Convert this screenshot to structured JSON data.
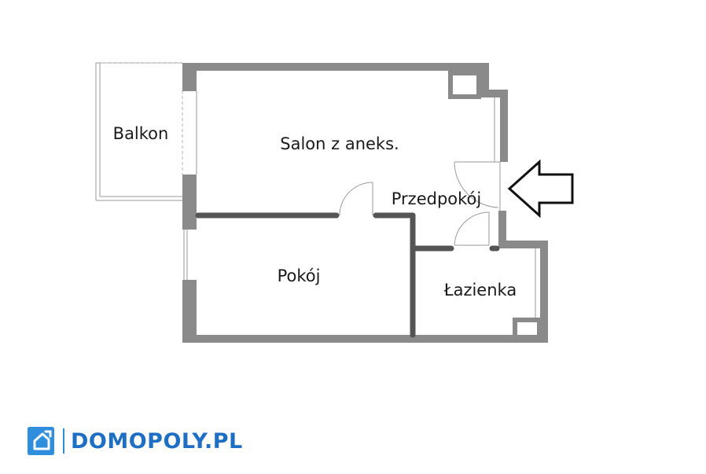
{
  "rooms": {
    "balkon": "Balkon",
    "salon": "Salon z aneks.",
    "przedpokoj": "Przedpokój",
    "pokoj": "Pokój",
    "lazienka": "Łazienka"
  },
  "logo": {
    "text": "DOMOPOLY.PL"
  },
  "colors": {
    "wall": "#8a8a8a",
    "partition": "#555555",
    "logo": "#1e6fc4"
  }
}
